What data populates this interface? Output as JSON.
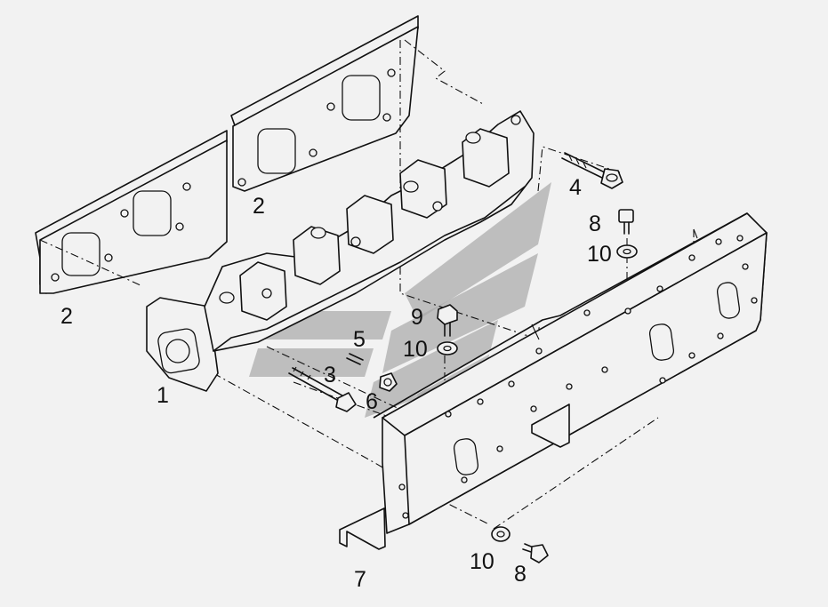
{
  "callouts": [
    {
      "id": "c1",
      "text": "1"
    },
    {
      "id": "c2a",
      "text": "2"
    },
    {
      "id": "c2b",
      "text": "2"
    },
    {
      "id": "c3",
      "text": "3"
    },
    {
      "id": "c4",
      "text": "4"
    },
    {
      "id": "c5",
      "text": "5"
    },
    {
      "id": "c6",
      "text": "6"
    },
    {
      "id": "c7",
      "text": "7"
    },
    {
      "id": "c8a",
      "text": "8"
    },
    {
      "id": "c8b",
      "text": "8"
    },
    {
      "id": "c9",
      "text": "9"
    },
    {
      "id": "c10a",
      "text": "10"
    },
    {
      "id": "c10b",
      "text": "10"
    },
    {
      "id": "c10c",
      "text": "10"
    }
  ],
  "colors": {
    "line": "#111111",
    "background": "#f2f2f2",
    "watermark": "#a8a8a8"
  }
}
